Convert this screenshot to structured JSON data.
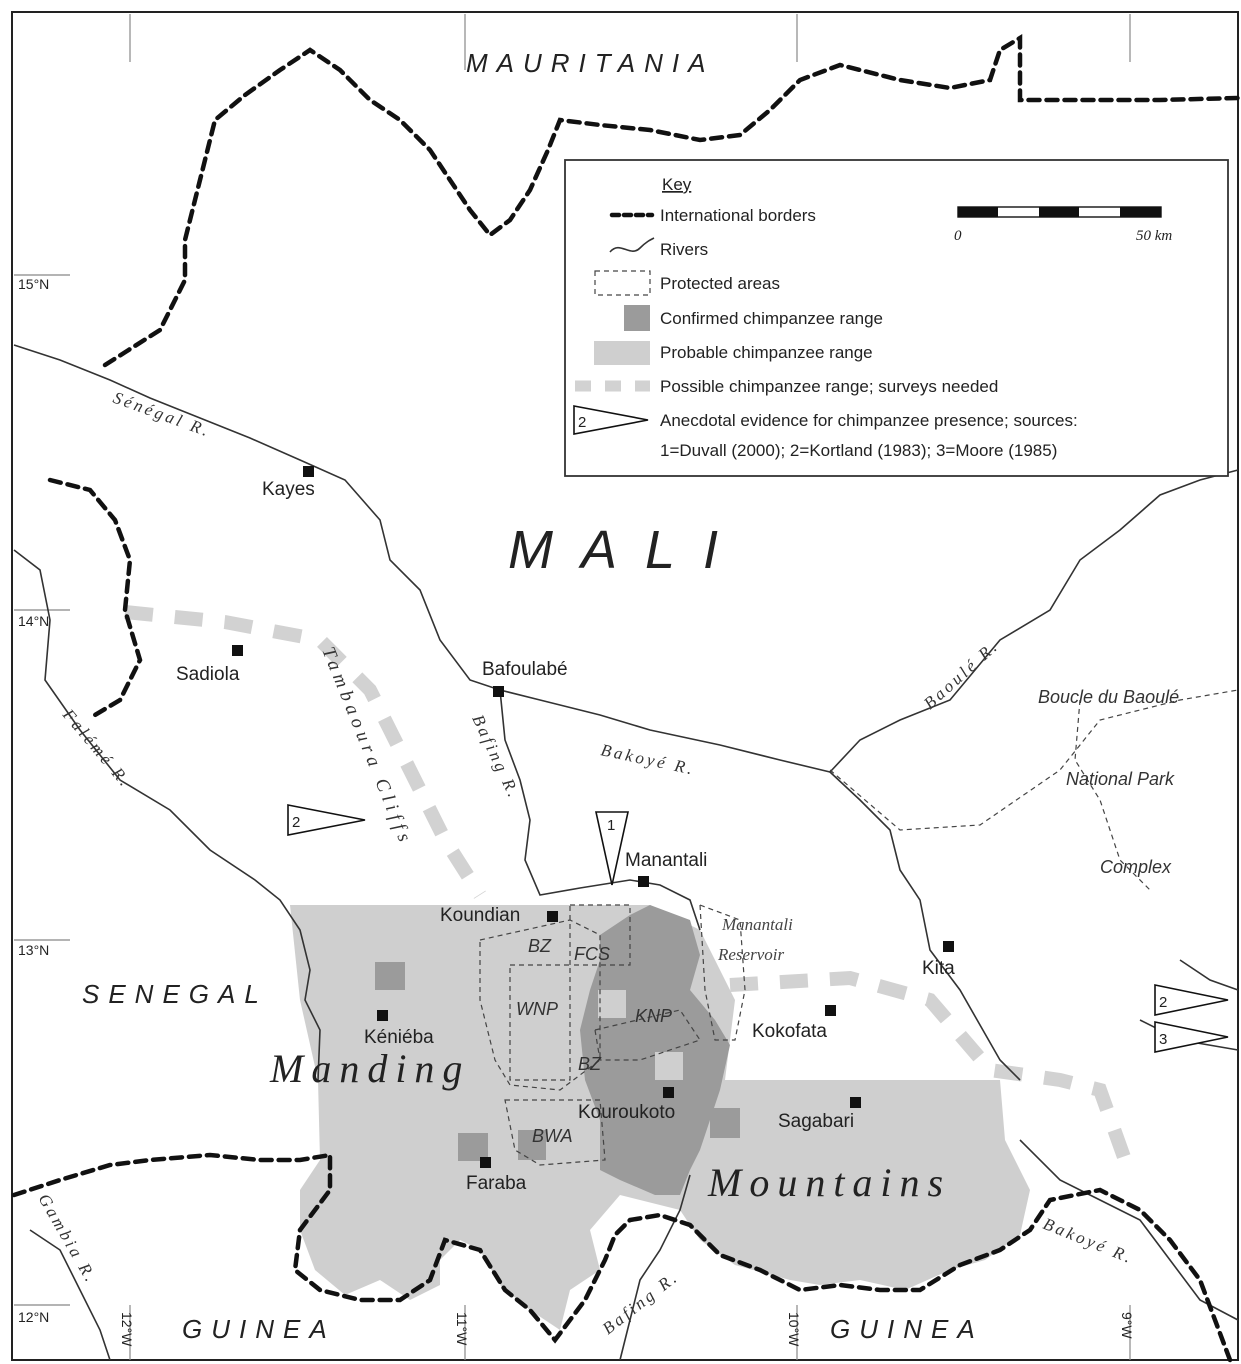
{
  "countries": {
    "mauritania": "MAURITANIA",
    "mali": "MALI",
    "senegal": "SENEGAL",
    "guinea_west": "GUINEA",
    "guinea_east": "GUINEA"
  },
  "regions": {
    "manding": "Manding",
    "mountains": "Mountains",
    "tambaoura_cliffs": "Tambaoura Cliffs"
  },
  "towns": {
    "kayes": "Kayes",
    "sadiola": "Sadiola",
    "bafoulabe": "Bafoulabé",
    "manantali": "Manantali",
    "koundian": "Koundian",
    "kita": "Kita",
    "kenieba": "Kéniéba",
    "kokofata": "Kokofata",
    "kouroukoto": "Kouroukoto",
    "sagabari": "Sagabari",
    "faraba": "Faraba"
  },
  "rivers": {
    "senegal": "Sénégal R.",
    "faleme": "Falémé R.",
    "bafing_north": "Bafing R.",
    "bakoye": "Bakoyé R.",
    "baoule": "Baoulé R.",
    "bafing_south": "Bafing R.",
    "bakoye_south": "Bakoyé R.",
    "gambia": "Gambia R."
  },
  "protected_areas": {
    "boucle_line1": "Boucle du Baoulé",
    "boucle_line2": "National Park",
    "boucle_line3": "Complex",
    "manantali_reservoir_line1": "Manantali",
    "manantali_reservoir_line2": "Reservoir",
    "fcs": "FCS",
    "bz_north": "BZ",
    "wnp": "WNP",
    "knp": "KNP",
    "bz_south": "BZ",
    "bwa": "BWA"
  },
  "latitudes": [
    "15°N",
    "14°N",
    "13°N",
    "12°N"
  ],
  "longitudes": [
    "12°W",
    "11°W",
    "10°W",
    "9°W"
  ],
  "anecdotal_markers": [
    {
      "label": "2",
      "site": "west"
    },
    {
      "label": "1",
      "site": "manantali"
    },
    {
      "label": "2",
      "site": "east-upper"
    },
    {
      "label": "3",
      "site": "east-lower"
    }
  ],
  "legend": {
    "title": "Key",
    "items": [
      {
        "symbol": "border",
        "label": "International borders"
      },
      {
        "symbol": "river",
        "label": "Rivers"
      },
      {
        "symbol": "protected",
        "label": "Protected areas"
      },
      {
        "symbol": "confirmed",
        "label": "Confirmed chimpanzee range"
      },
      {
        "symbol": "probable",
        "label": "Probable chimpanzee range"
      },
      {
        "symbol": "possible",
        "label": "Possible chimpanzee range; surveys needed"
      },
      {
        "symbol": "anecdotal",
        "label": "Anecdotal evidence for chimpanzee presence; sources:"
      }
    ],
    "sources_line": "1=Duvall (2000); 2=Kortland (1983); 3=Moore (1985)",
    "anecdotal_symbol_label": "2",
    "scale": {
      "start": "0",
      "end": "50 km"
    }
  },
  "colors": {
    "confirmed": "#9b9b9b",
    "probable": "#cfcfcf",
    "possible": "#d2d2d2",
    "border": "#111111",
    "river": "#333333"
  }
}
